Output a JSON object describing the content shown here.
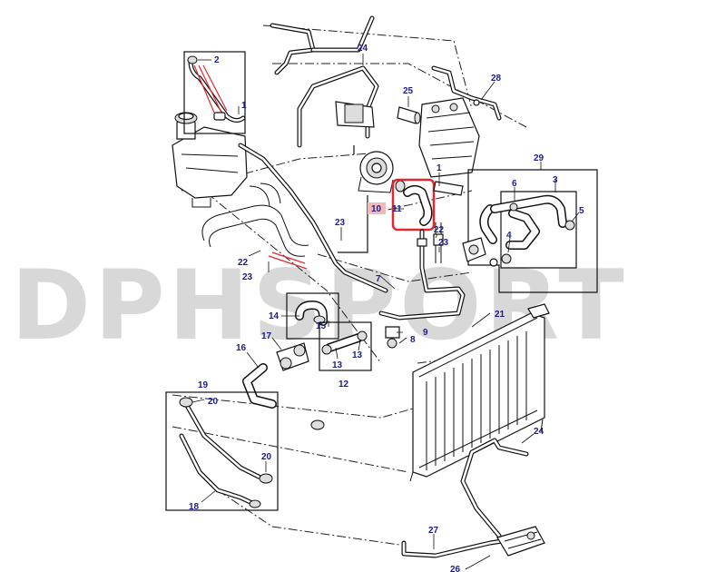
{
  "watermark": "DPHSPORT",
  "highlight": {
    "callout": "10",
    "color": "#e0292e",
    "fill": "#f3b9b9"
  },
  "colors": {
    "callout_text": "#1b1b8f",
    "lines": "#111111",
    "watermark": "#d8d8d8"
  },
  "callouts": {
    "n2": "2",
    "n1a": "1",
    "n24a": "24",
    "n25": "25",
    "n28": "28",
    "n1b": "1",
    "n11": "11",
    "n29": "29",
    "n6": "6",
    "n3": "3",
    "n5": "5",
    "n4": "4",
    "n23a": "23",
    "n22a": "22",
    "n23b": "23",
    "n22b": "22",
    "n23c": "23",
    "n7": "7",
    "n21": "21",
    "n14": "14",
    "n15": "15",
    "n9": "9",
    "n8": "8",
    "n17": "17",
    "n16": "16",
    "n13a": "13",
    "n13b": "13",
    "n12": "12",
    "n19": "19",
    "n20a": "20",
    "n20b": "20",
    "n18": "18",
    "n24b": "24",
    "n27": "27",
    "n26": "26"
  }
}
